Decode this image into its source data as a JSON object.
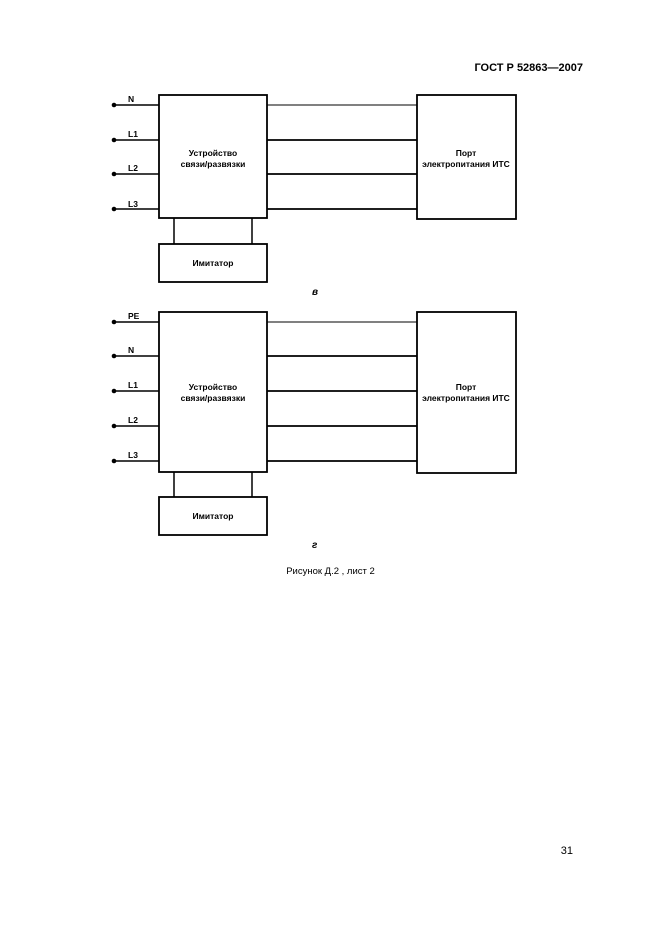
{
  "header": {
    "standard": "ГОСТ Р 52863—2007"
  },
  "diagram_b": {
    "inputs": [
      "N",
      "L1",
      "L2",
      "L3"
    ],
    "coupling_device": [
      "Устройство",
      "связи/развязки"
    ],
    "port": [
      "Порт",
      "электропитания ИТС"
    ],
    "simulator": "Имитатор",
    "label": "в"
  },
  "diagram_g": {
    "inputs": [
      "PE",
      "N",
      "L1",
      "L2",
      "L3"
    ],
    "coupling_device": [
      "Устройство",
      "связи/развязки"
    ],
    "port": [
      "Порт",
      "электропитания ИТС"
    ],
    "simulator": "Имитатор",
    "label": "г"
  },
  "caption": "Рисунок Д.2 , лист 2",
  "page_number": "31"
}
